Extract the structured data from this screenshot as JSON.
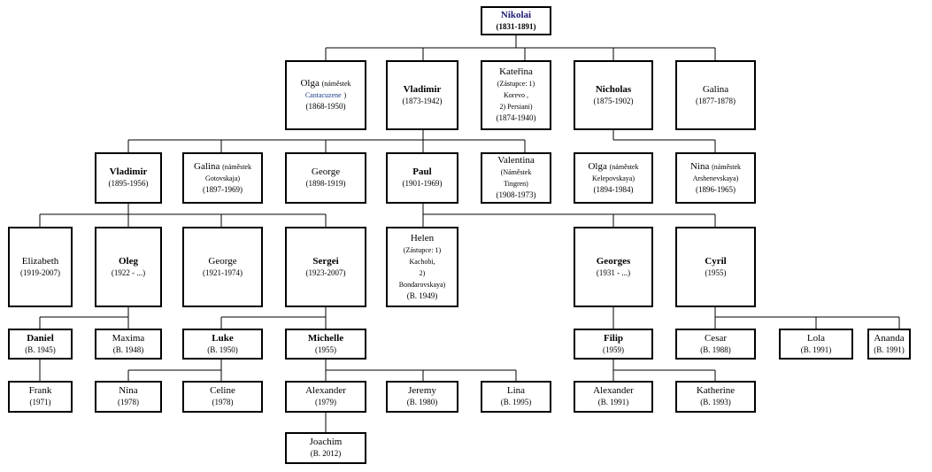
{
  "nodes": {
    "nikolai": {
      "name": "Nikolai",
      "dates": "(1831-1891)"
    },
    "olga_1868": {
      "name": "Olga",
      "spouse_pre": "(náměstek",
      "spouse": "Cantacuzene",
      "spouse_post": ")",
      "dates": "(1868-1950)"
    },
    "vladimir_1873": {
      "name": "Vladimir",
      "dates": "(1873-1942)"
    },
    "katerina": {
      "name": "Kateřina",
      "l1": "(Zástupce: 1)",
      "l2": "Korevo ,",
      "l3": "2) Persiani)",
      "dates": "(1874-1940)"
    },
    "nicholas": {
      "name": "Nicholas",
      "dates": "(1875-1902)"
    },
    "galina_1877": {
      "name": "Galina",
      "dates": "(1877-1878)"
    },
    "vladimir_1895": {
      "name": "Vladimir",
      "dates": "(1895-1956)"
    },
    "galina_1897": {
      "name": "Galina",
      "spouse_pre": "(náměstek",
      "spouse": "Gotovskaja)",
      "dates": "(1897-1969)"
    },
    "george_1898": {
      "name": "George",
      "dates": "(1898-1919)"
    },
    "paul": {
      "name": "Paul",
      "dates": "(1901-1969)"
    },
    "valentina": {
      "name": "Valentina",
      "spouse_pre": "(Náměstek",
      "spouse": "Tingren)",
      "dates": "(1908-1973)"
    },
    "olga_1894": {
      "name": "Olga",
      "spouse_pre": "(náměstek",
      "spouse": "Kelepovskaya)",
      "dates": "(1894-1984)"
    },
    "nina_1896": {
      "name": "Nina",
      "spouse_pre": "(náměstek",
      "spouse": "Arshenevskaya)",
      "dates": "(1896-1965)"
    },
    "elizabeth": {
      "name": "Elizabeth",
      "dates": "(1919-2007)"
    },
    "oleg": {
      "name": "Oleg",
      "dates": "(1922 - ...)"
    },
    "george_1921": {
      "name": "George",
      "dates": "(1921-1974)"
    },
    "sergei": {
      "name": "Sergei",
      "dates": "(1923-2007)"
    },
    "helen": {
      "name": "Helen",
      "l1": "(Zástupce: 1)",
      "l2": "Kachobi,",
      "l3": "2)",
      "l4": "Bondarovskaya)",
      "dates": "(B. 1949)"
    },
    "georges": {
      "name": "Georges",
      "dates": "(1931 - ...)"
    },
    "cyril": {
      "name": "Cyril",
      "dates": "(1955)"
    },
    "daniel": {
      "name": "Daniel",
      "dates": "(B. 1945)"
    },
    "maxima": {
      "name": "Maxima",
      "dates": "(B. 1948)"
    },
    "luke": {
      "name": "Luke",
      "dates": "(B. 1950)"
    },
    "michelle": {
      "name": "Michelle",
      "dates": "(1955)"
    },
    "filip": {
      "name": "Filip",
      "dates": "(1959)"
    },
    "cesar": {
      "name": "Cesar",
      "dates": "(B. 1988)"
    },
    "lola": {
      "name": "Lola",
      "dates": "(B. 1991)"
    },
    "ananda": {
      "name": "Ananda",
      "dates": "(B. 1991)"
    },
    "frank": {
      "name": "Frank",
      "dates": "(1971)"
    },
    "nina_1978": {
      "name": "Nina",
      "dates": "(1978)"
    },
    "celine": {
      "name": "Celine",
      "dates": "(1978)"
    },
    "alexander_1979": {
      "name": "Alexander",
      "dates": "(1979)"
    },
    "jeremy": {
      "name": "Jeremy",
      "dates": "(B. 1980)"
    },
    "lina": {
      "name": "Lina",
      "dates": "(B. 1995)"
    },
    "alexander_1991": {
      "name": "Alexander",
      "dates": "(B. 1991)"
    },
    "katherine": {
      "name": "Katherine",
      "dates": "(B. 1993)"
    },
    "joachim": {
      "name": "Joachim",
      "dates": "(B. 2012)"
    }
  }
}
